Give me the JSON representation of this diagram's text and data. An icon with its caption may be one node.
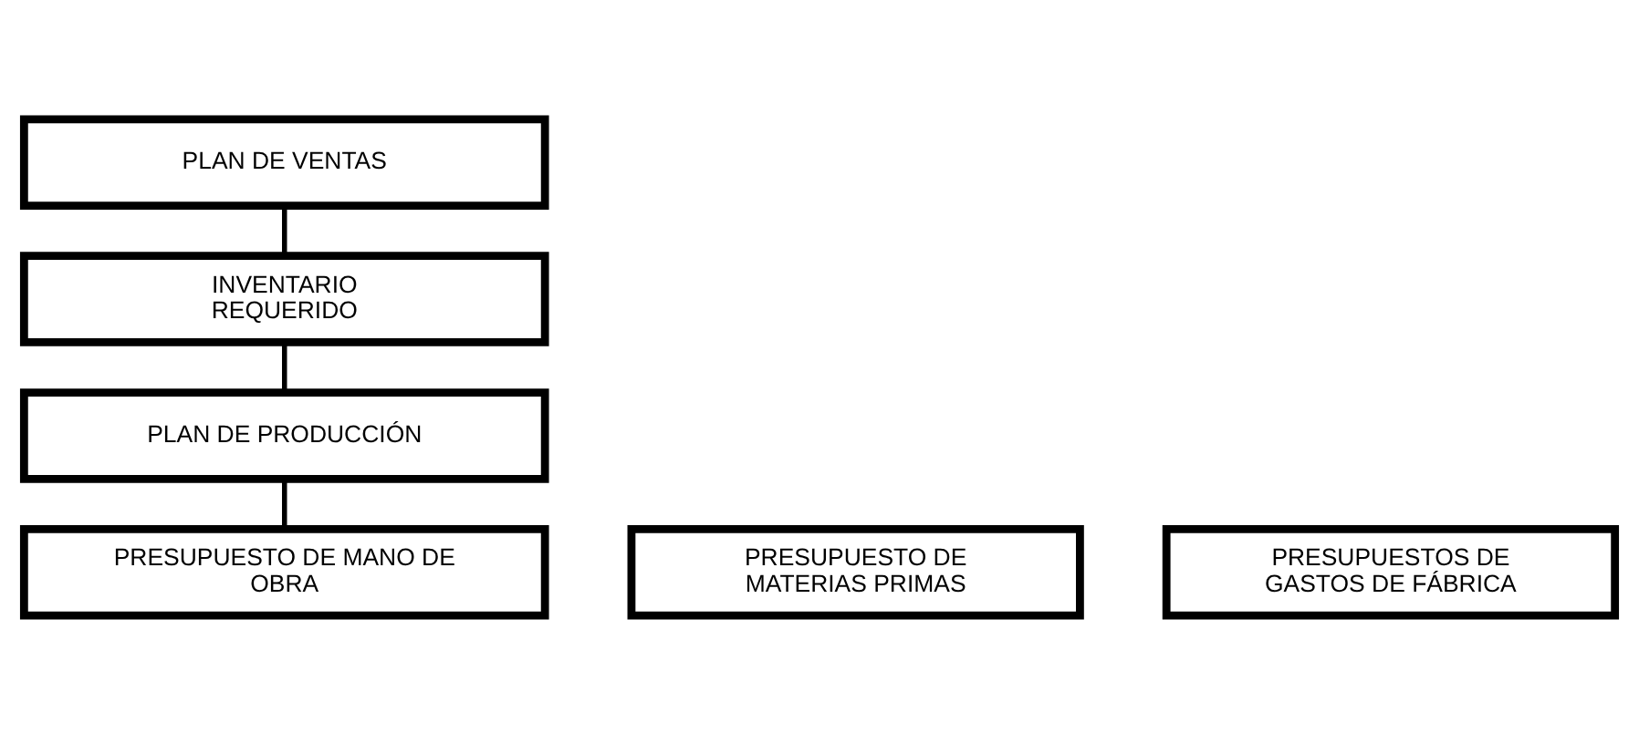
{
  "diagram": {
    "nodes": [
      {
        "text": [
          "PLAN DE VENTAS"
        ]
      },
      {
        "text": [
          "INVENTARIO REQUERIDO"
        ]
      },
      {
        "text": [
          "PLAN DE PRODUCCIÓN"
        ]
      },
      {
        "text": [
          "PRESUPUESTO DE MATERIAS PRIMAS"
        ]
      },
      {
        "text": [
          "PRESUPUESTO DE MANO DE OBRA"
        ]
      },
      {
        "text": [
          "PRESUPUESTOS DE GASTOS DE FÁBRICA"
        ]
      }
    ],
    "edges": [
      {
        "from": 0,
        "to": 1,
        "arrow": "none"
      },
      {
        "from": 1,
        "to": 2,
        "arrow": "none"
      },
      {
        "from": 2,
        "to": 4,
        "arrow": "none"
      }
    ]
  }
}
